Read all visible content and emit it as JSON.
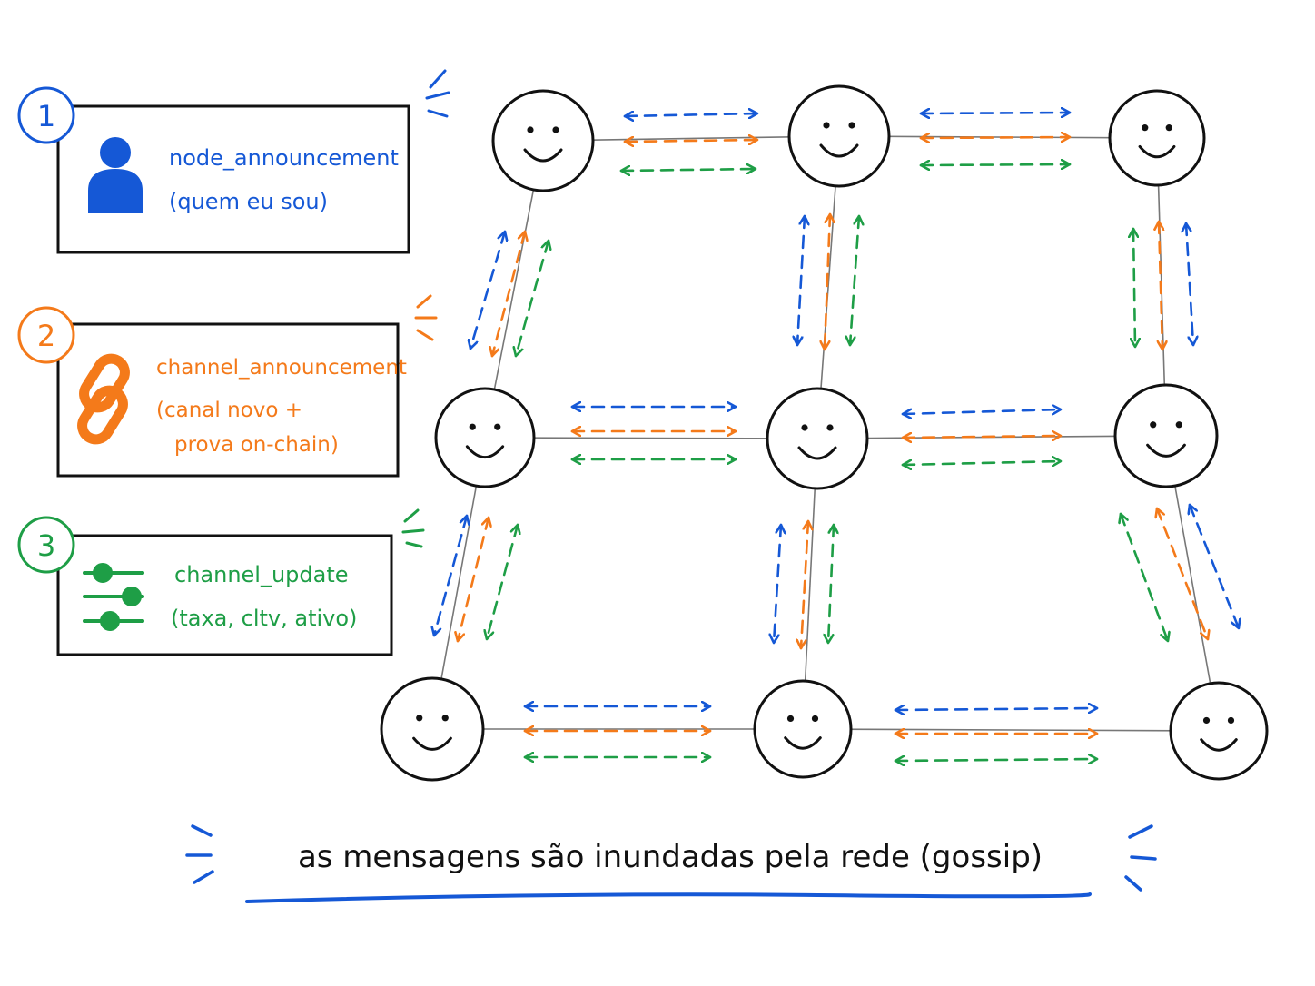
{
  "legend": [
    {
      "number": "1",
      "title": "node_announcement",
      "subtitle": "(quem eu sou)",
      "icon": "person-icon",
      "color": "#1558d6"
    },
    {
      "number": "2",
      "title": "channel_announcement",
      "subtitle_line1": "(canal novo +",
      "subtitle_line2": "prova on-chain)",
      "icon": "chain-link-icon",
      "color": "#f47a1a"
    },
    {
      "number": "3",
      "title": "channel_update",
      "subtitle": "(taxa, cltv, ativo)",
      "icon": "sliders-icon",
      "color": "#1e9e46"
    }
  ],
  "network": {
    "node_icon": "smiley-face-icon",
    "rows": 3,
    "cols": 3,
    "message_colors": {
      "node_announcement": "#1558d6",
      "channel_announcement": "#f47a1a",
      "channel_update": "#1e9e46"
    }
  },
  "caption": {
    "text": "as mensagens são inundadas pela rede (gossip)",
    "underline_color": "#1558d6"
  }
}
